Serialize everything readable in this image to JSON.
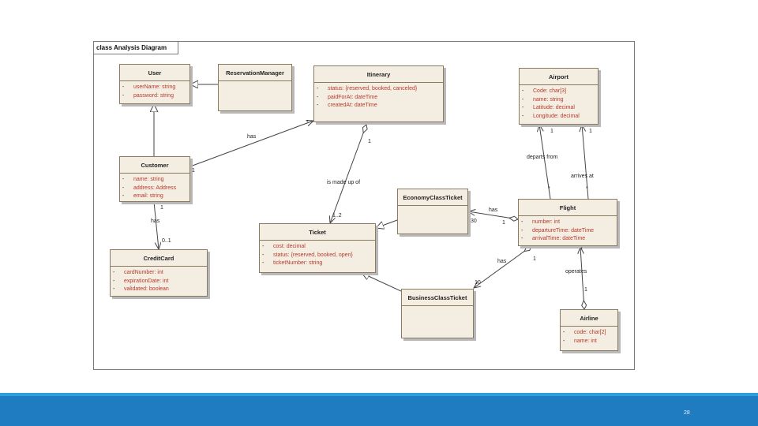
{
  "diagram_title": "class Analysis Diagram",
  "classes": {
    "user": {
      "name": "User",
      "attrs": [
        {
          "vis": "-",
          "text": "userName: string"
        },
        {
          "vis": "-",
          "text": "password: string"
        }
      ]
    },
    "reservation_manager": {
      "name": "ReservationManager",
      "attrs": []
    },
    "itinerary": {
      "name": "Itinerary",
      "attrs": [
        {
          "vis": "-",
          "text": "status: {reserved, booked, canceled}"
        },
        {
          "vis": "-",
          "text": "paidForAt: dateTime"
        },
        {
          "vis": "-",
          "text": "createdAt: dateTime"
        }
      ]
    },
    "airport": {
      "name": "Airport",
      "attrs": [
        {
          "vis": "-",
          "text": "Code: char[3]"
        },
        {
          "vis": "-",
          "text": "name: string"
        },
        {
          "vis": "-",
          "text": "Latitude: decimal"
        },
        {
          "vis": "-",
          "text": "Longitude: decimal"
        }
      ]
    },
    "customer": {
      "name": "Customer",
      "attrs": [
        {
          "vis": "-",
          "text": "name: string"
        },
        {
          "vis": "-",
          "text": "address: Address"
        },
        {
          "vis": "-",
          "text": "email: string"
        }
      ]
    },
    "economy_ticket": {
      "name": "EconomyClassTicket",
      "attrs": []
    },
    "flight": {
      "name": "Flight",
      "attrs": [
        {
          "vis": "-",
          "text": "number: int"
        },
        {
          "vis": "-",
          "text": "departureTime: dateTime"
        },
        {
          "vis": "-",
          "text": "arrivalTime: dateTime"
        }
      ]
    },
    "ticket": {
      "name": "Ticket",
      "attrs": [
        {
          "vis": "-",
          "text": "cost: decimal"
        },
        {
          "vis": "-",
          "text": "status: {reserved, booked, open}"
        },
        {
          "vis": "-",
          "text": "ticketNumber: string"
        }
      ]
    },
    "credit_card": {
      "name": "CreditCard",
      "attrs": [
        {
          "vis": "-",
          "text": "cardNumber: int"
        },
        {
          "vis": "-",
          "text": "expirationDate: int"
        },
        {
          "vis": "-",
          "text": "validated: boolean"
        }
      ]
    },
    "business_ticket": {
      "name": "BusinessClassTicket",
      "attrs": []
    },
    "airline": {
      "name": "Airline",
      "attrs": [
        {
          "vis": "-",
          "text": "code: char[2]"
        },
        {
          "vis": "-",
          "text": "name: int"
        }
      ]
    }
  },
  "labels": {
    "has_customer_itinerary": "has",
    "mult_customer_1": "1",
    "mult_itinerary_star": "*",
    "made_up_of": "is made up of",
    "mult_itinerary_1": "1",
    "mult_ticket_1_2": "1..2",
    "has_customer_card": "has",
    "mult_customer_card_1": "1",
    "mult_card_0_1": "0..1",
    "departs_from": "departs from",
    "arrives_at": "arrives at",
    "mult_airport_dep_1": "1",
    "mult_airport_arr_1": "1",
    "mult_flight_dep_star": "*",
    "mult_flight_arr_star": "*",
    "has_flight_economy": "has",
    "mult_economy_30": "30",
    "mult_flight_economy_1": "1",
    "has_flight_business": "has",
    "mult_flight_business_1": "1",
    "mult_business_10": "10",
    "operates": "operates",
    "mult_flight_airline_star": "*",
    "mult_airline_1": "1"
  },
  "page_number": "28",
  "colors": {
    "class_fill": "#f4eee2",
    "class_border": "#8a7a62",
    "footer": "#1f7cc0",
    "footer_accent": "#2c9fdc",
    "highlight_text": "#b8392b"
  }
}
